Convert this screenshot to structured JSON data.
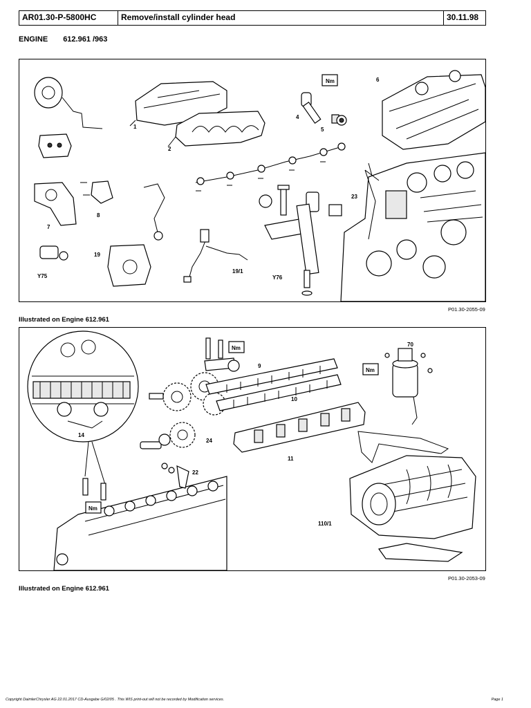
{
  "header": {
    "doc_number": "AR01.30-P-5800HC",
    "title": "Remove/install cylinder head",
    "date": "30.11.98"
  },
  "engine": {
    "label": "ENGINE",
    "model": "612.961 /963"
  },
  "figure1": {
    "labels": {
      "l1": "1",
      "l2": "2",
      "l4": "4",
      "l5": "5",
      "l6": "6",
      "l7": "7",
      "l8": "8",
      "l19": "19",
      "l191": "19/1",
      "l23": "23",
      "ly75": "Y75",
      "ly76": "Y76",
      "nm": "Nm"
    },
    "reference": "P01.30-2055-09",
    "caption": "Illustrated on Engine 612.961"
  },
  "figure2": {
    "labels": {
      "l9": "9",
      "l10": "10",
      "l11": "11",
      "l14": "14",
      "l22": "22",
      "l24": "24",
      "l70": "70",
      "l1101": "110/1",
      "nm_a": "Nm",
      "nm_b": "Nm",
      "nm_c": "Nm"
    },
    "reference": "P01.30-2053-09",
    "caption": "Illustrated on Engine 612.961"
  },
  "footer": {
    "copyright": "Copyright DaimlerChrysler AG  22.01.2017 CD-Ausgabe G/02/05 . This WIS print-out will not be recorded by Modification services.",
    "page": "Page 1"
  }
}
